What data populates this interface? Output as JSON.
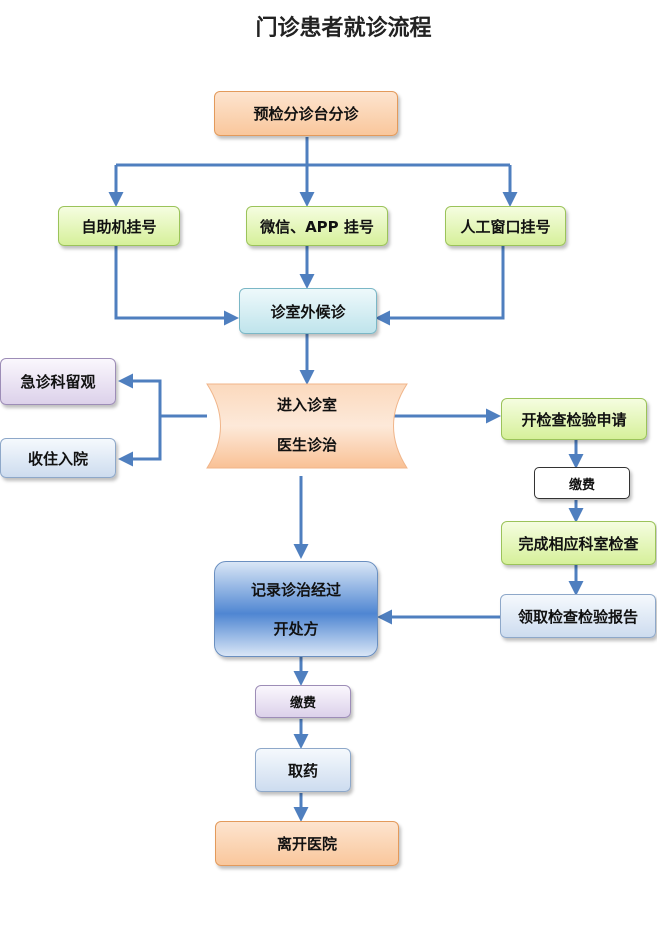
{
  "title": "门诊患者就诊流程",
  "nodes": {
    "triage": "预检分诊台分诊",
    "self_service": "自助机挂号",
    "wechat_app": "微信、APP 挂号",
    "manual_window": "人工窗口挂号",
    "waiting_area": "诊室外候诊",
    "emergency_obs": "急诊科留观",
    "admission": "收住入院",
    "enter_room": "进入诊室",
    "doctor_treat": "医生诊治",
    "exam_request": "开检查检验申请",
    "payment_1": "缴费",
    "complete_exam": "完成相应科室检查",
    "get_report": "领取检查检验报告",
    "record": "记录诊治经过",
    "prescribe": "开处方",
    "payment_2": "缴费",
    "get_medicine": "取药",
    "leave": "离开医院"
  },
  "colors": {
    "connector": "#4f7fbf",
    "orange": "#f9c79c",
    "green": "#d6f09a",
    "blue": "#4f86d2"
  }
}
